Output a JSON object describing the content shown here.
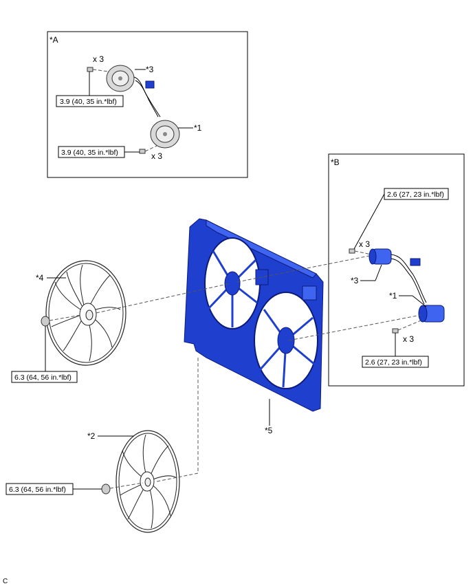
{
  "labels": {
    "inset_a": "*A",
    "inset_b": "*B",
    "part_1_a": "*1",
    "part_3_a": "*3",
    "part_1_b": "*1",
    "part_3_b": "*3",
    "part_2": "*2",
    "part_4": "*4",
    "part_5": "*5",
    "qty_a_top": "x 3",
    "qty_a_bottom": "x 3",
    "qty_b_top": "x 3",
    "qty_b_bottom": "x 3",
    "corner_code": "C"
  },
  "torques": {
    "a_top": "3.9 (40, 35 in.*lbf)",
    "a_bottom": "3.9 (40, 35 in.*lbf)",
    "b_top": "2.6 (27, 23 in.*lbf)",
    "b_bottom": "2.6 (27, 23 in.*lbf)",
    "fan_4": "6.3 (64, 56 in.*lbf)",
    "fan_2": "6.3 (64, 56 in.*lbf)"
  },
  "colors": {
    "shroud": "#1f3fcf",
    "motor_blue": "#3f64f0",
    "motor_gray": "#d9d9d9"
  }
}
